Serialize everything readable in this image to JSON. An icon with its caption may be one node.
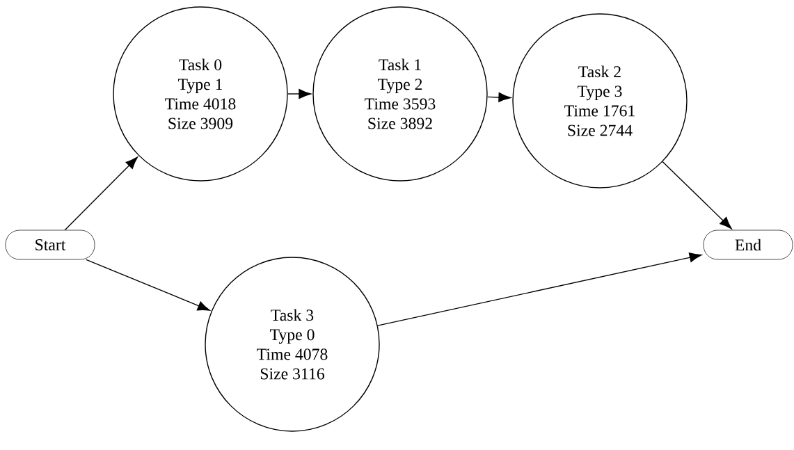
{
  "diagram": {
    "nodes": [
      {
        "text": [
          "Start"
        ]
      },
      {
        "text": [
          "Task 0",
          "Type 1",
          "Time 4018",
          "Size 3909"
        ]
      },
      {
        "text": [
          "Task 1",
          "Type 2",
          "Time 3593",
          "Size 3892"
        ]
      },
      {
        "text": [
          "Task 2",
          "Type 3",
          "Time 1761",
          "Size 2744"
        ]
      },
      {
        "text": [
          "End"
        ]
      },
      {
        "text": [
          "Task 3",
          "Type 0",
          "Time 4078",
          "Size 3116"
        ]
      }
    ],
    "edges": [
      {
        "from": 0,
        "to": 1,
        "arrow": "to"
      },
      {
        "from": 1,
        "to": 2,
        "arrow": "to"
      },
      {
        "from": 2,
        "to": 3,
        "arrow": "to"
      },
      {
        "from": 3,
        "to": 4,
        "arrow": "to"
      },
      {
        "from": 0,
        "to": 5,
        "arrow": "to"
      },
      {
        "from": 5,
        "to": 4,
        "arrow": "to"
      }
    ]
  }
}
